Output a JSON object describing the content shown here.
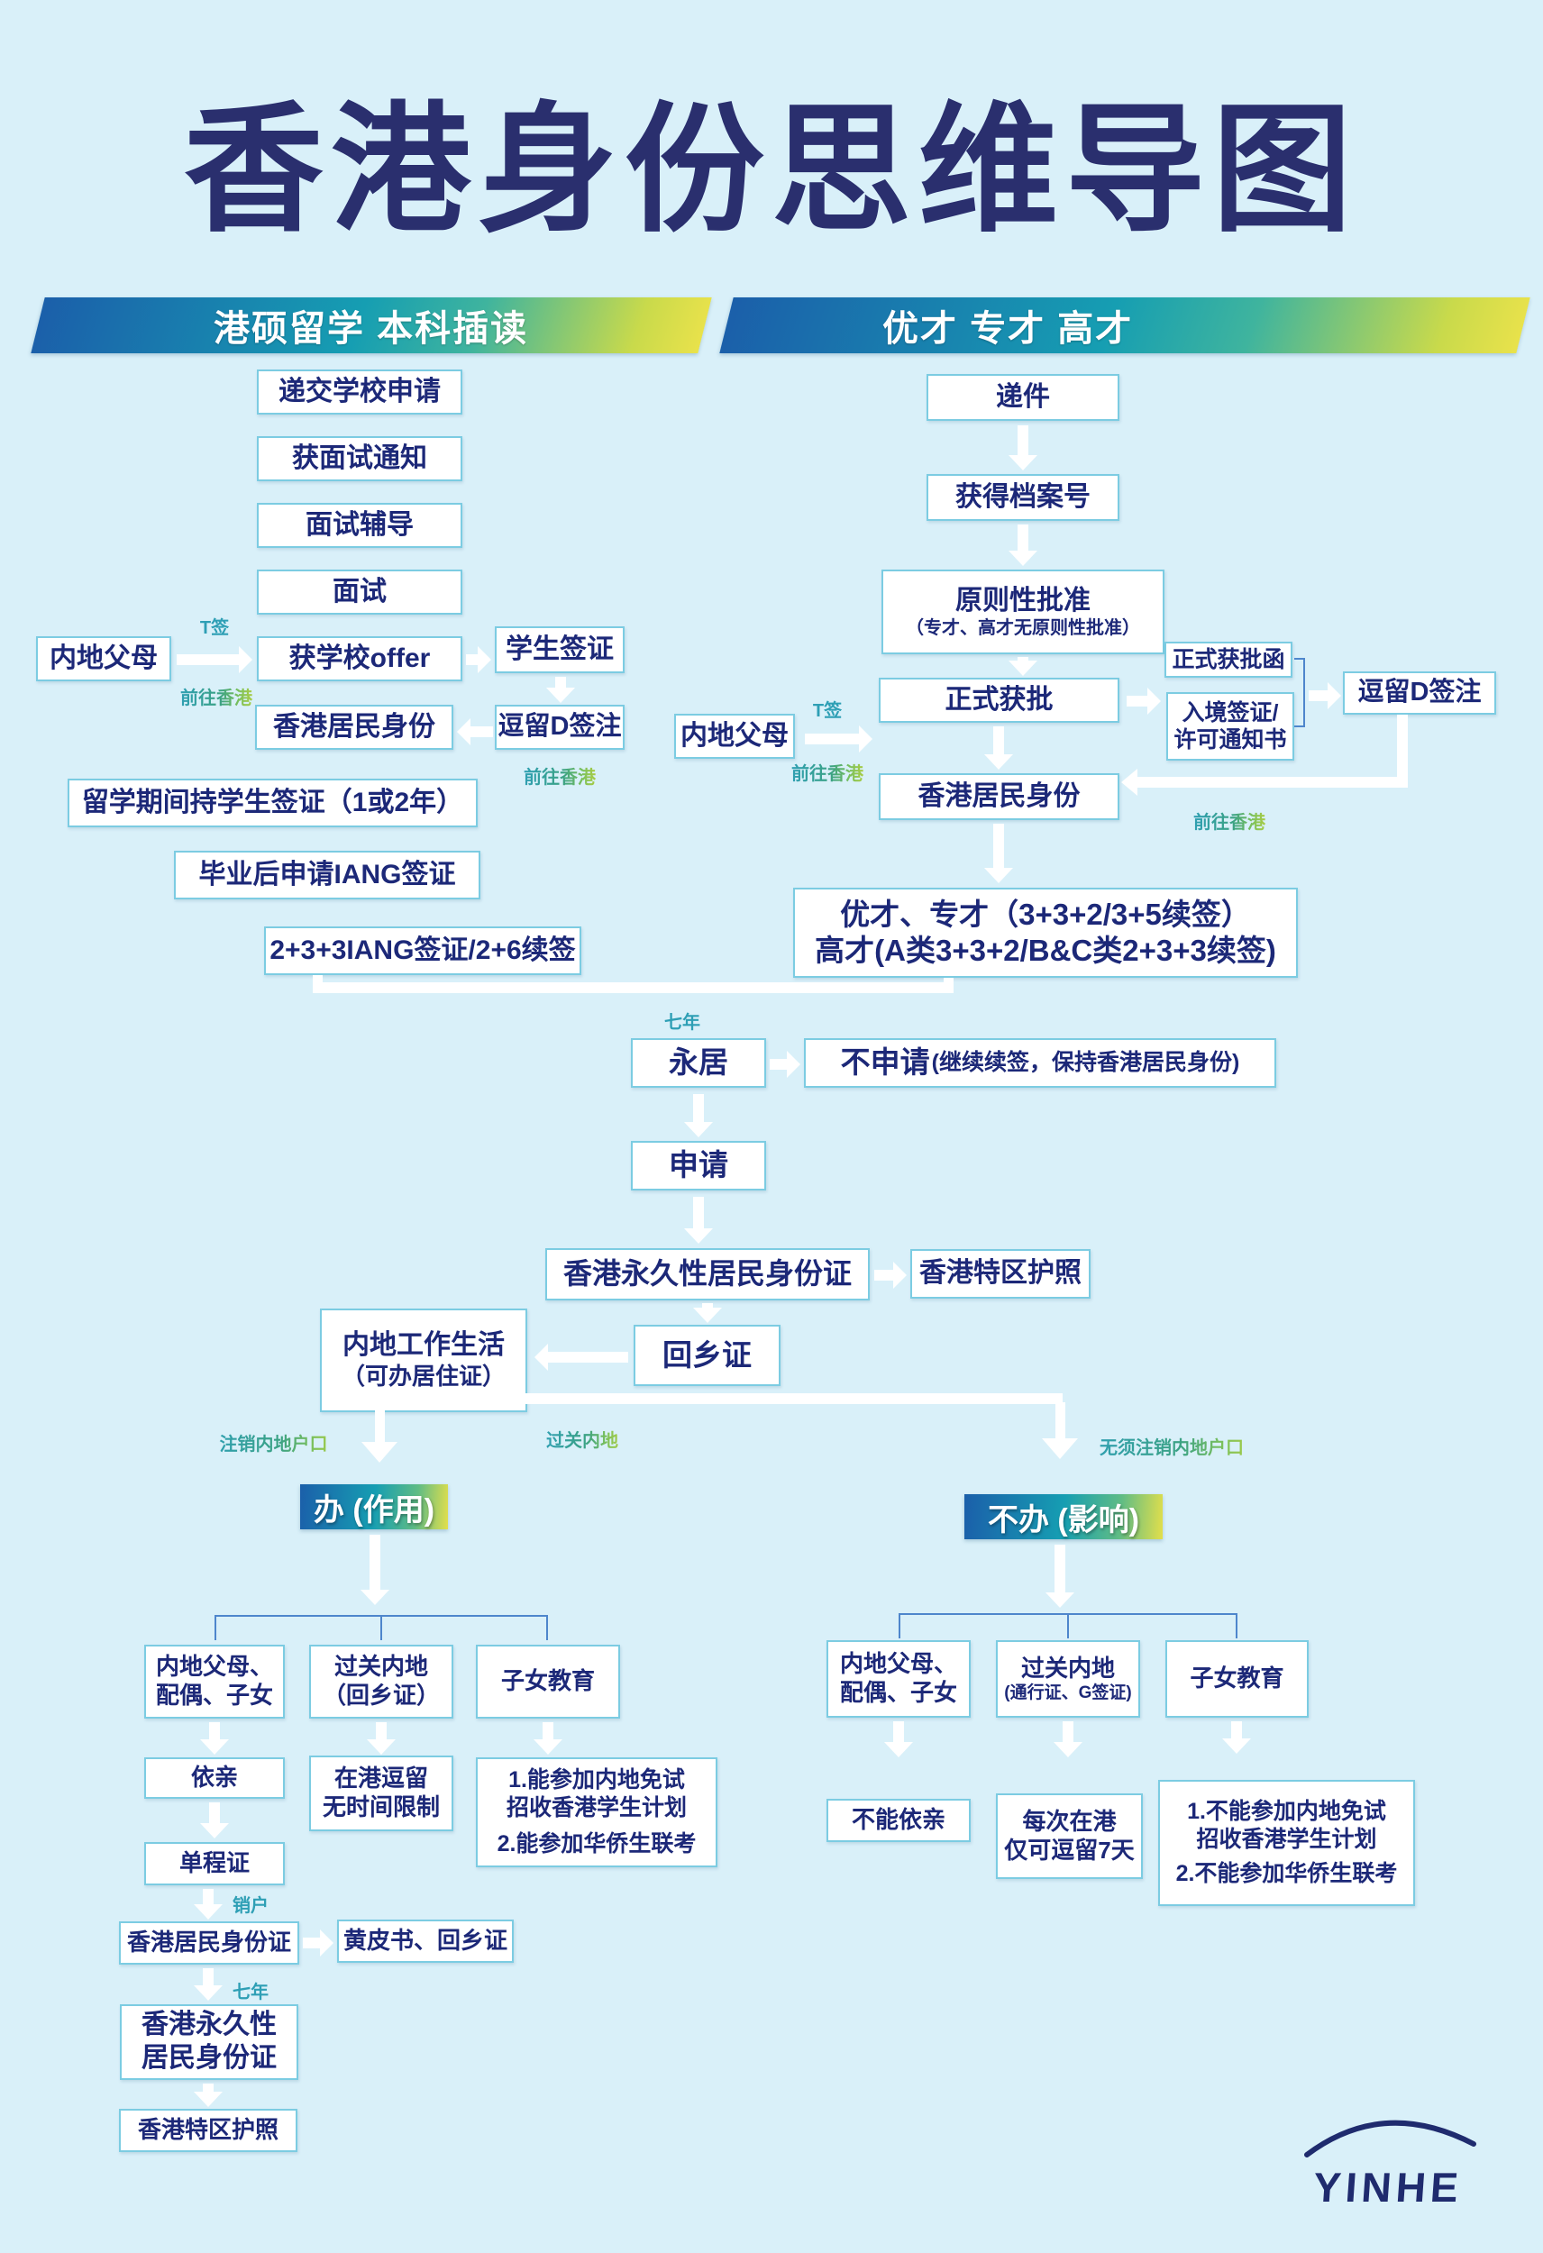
{
  "colors": {
    "background": "#D9F0F9",
    "navy_text": "#1C2878",
    "title_navy": "#2A2F6E",
    "box_border": "#7CCCE2",
    "teal_label": "#2E9FB5",
    "green_label": "#7CC15B",
    "gradient_blue": "#1B5FAA",
    "gradient_teal": "#169EB2",
    "gradient_yellow": "#E9E24B"
  },
  "title": "香港身份思维导图",
  "bands": {
    "study": "港硕留学 本科插读",
    "talent": "优才 专才 高才"
  },
  "labels": {
    "t_visa": "T签",
    "go_hk": "前往香港",
    "seven_years": "七年",
    "cross_to_mainland": "过关内地",
    "cancel_hukou": "注销内地户口",
    "no_need_cancel_hukou": "无须注销内地户口",
    "close_account": "销户"
  },
  "study_flow": {
    "submit_application": "递交学校申请",
    "interview_notice": "获面试通知",
    "interview_coaching": "面试辅导",
    "interview": "面试",
    "school_offer": "获学校offer",
    "mainland_parents": "内地父母",
    "student_visa": "学生签证",
    "stay_d": "逗留D签注",
    "hk_resident": "香港居民身份",
    "study_period": "留学期间持学生签证（1或2年）",
    "iang": "毕业后申请IANG签证",
    "iang_renewal": "2+3+3IANG签证/2+6续签"
  },
  "talent_flow": {
    "submission": "递件",
    "file_number": "获得档案号",
    "principle_approval": "原则性批准",
    "principle_note": "（专才、高才无原则性批准）",
    "formal_approval": "正式获批",
    "mainland_parents": "内地父母",
    "approval_letter": "正式获批函",
    "entry_visa_1": "入境签证/",
    "entry_visa_2": "许可通知书",
    "stay_d": "逗留D签注",
    "hk_resident": "香港居民身份",
    "renewal_1": "优才、专才（3+3+2/3+5续签）",
    "renewal_2": "高才(A类3+3+2/B&C类2+3+3续签)"
  },
  "middle": {
    "permanent_residence": "永居",
    "not_apply": "不申请",
    "not_apply_note": "(继续续签，保持香港居民身份)",
    "apply": "申请",
    "hk_permanent_id": "香港永久性居民身份证",
    "hk_passport": "香港特区护照",
    "home_return_permit": "回乡证",
    "mainland_work_1": "内地工作生活",
    "mainland_work_2": "（可办居住证）"
  },
  "do_branch": {
    "banner": "办 (作用)",
    "family_1": "内地父母、",
    "family_2": "配偶、子女",
    "cross_1": "过关内地",
    "cross_2": "（回乡证）",
    "education": "子女教育",
    "dependent": "依亲",
    "stay_1": "在港逗留",
    "stay_2": "无时间限制",
    "edu_1": "1.能参加内地免试",
    "edu_2": "招收香港学生计划",
    "edu_3": "2.能参加华侨生联考",
    "one_way_permit": "单程证",
    "hk_id_card": "香港居民身份证",
    "yellow_book": "黄皮书、回乡证",
    "hk_permanent_id_1": "香港永久性",
    "hk_permanent_id_2": "居民身份证",
    "hk_passport": "香港特区护照"
  },
  "dont_branch": {
    "banner": "不办 (影响)",
    "family_1": "内地父母、",
    "family_2": "配偶、子女",
    "cross_1": "过关内地",
    "cross_2": "(通行证、G签证)",
    "education": "子女教育",
    "cannot_dependent": "不能依亲",
    "stay_1": "每次在港",
    "stay_2": "仅可逗留7天",
    "edu_1": "1.不能参加内地免试",
    "edu_2": "招收香港学生计划",
    "edu_3": "2.不能参加华侨生联考"
  },
  "logo": {
    "text": "YINHE"
  }
}
